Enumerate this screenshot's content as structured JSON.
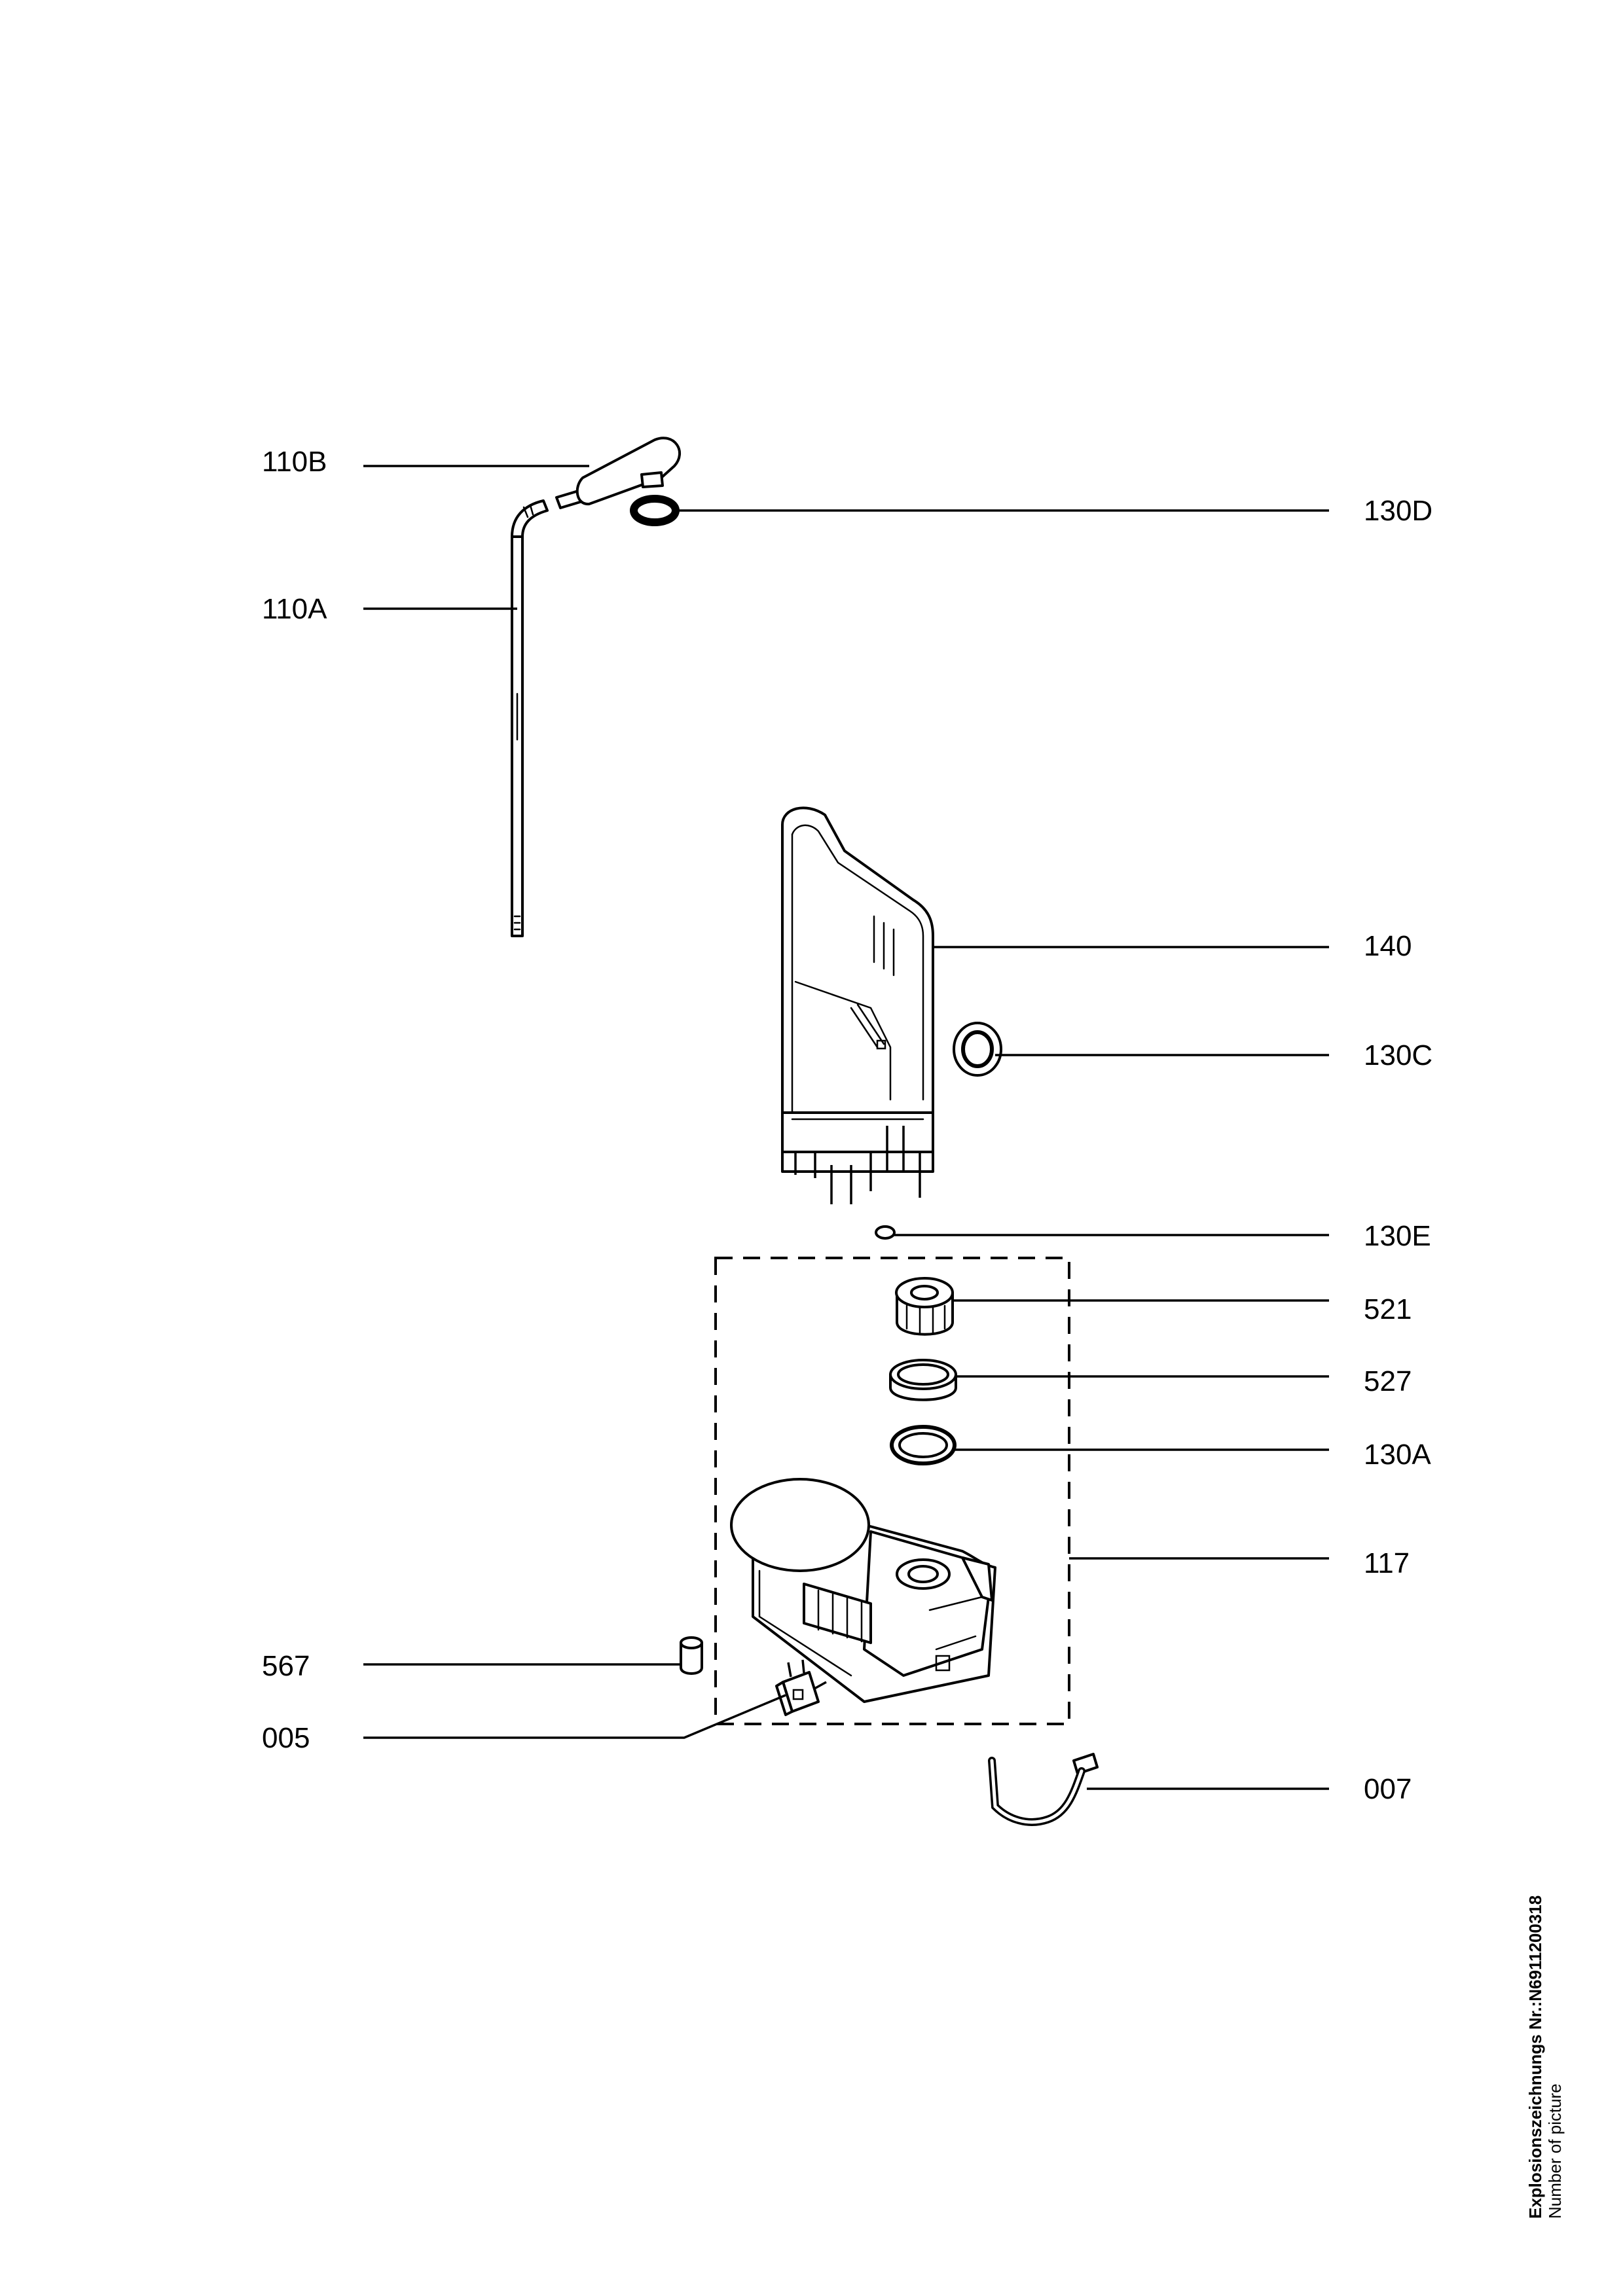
{
  "callouts": {
    "c110B": "110B",
    "c110A": "110A",
    "c130D": "130D",
    "c140": "140",
    "c130C": "130C",
    "c130E": "130E",
    "c521": "521",
    "c527": "527",
    "c130A": "130A",
    "c117": "117",
    "c567": "567",
    "c005": "005",
    "c007": "007"
  },
  "caption": {
    "drawing_number_label": "Explosionszeichnungs Nr.:",
    "drawing_number": "N6911200318",
    "picture_label": "Number of picture"
  }
}
